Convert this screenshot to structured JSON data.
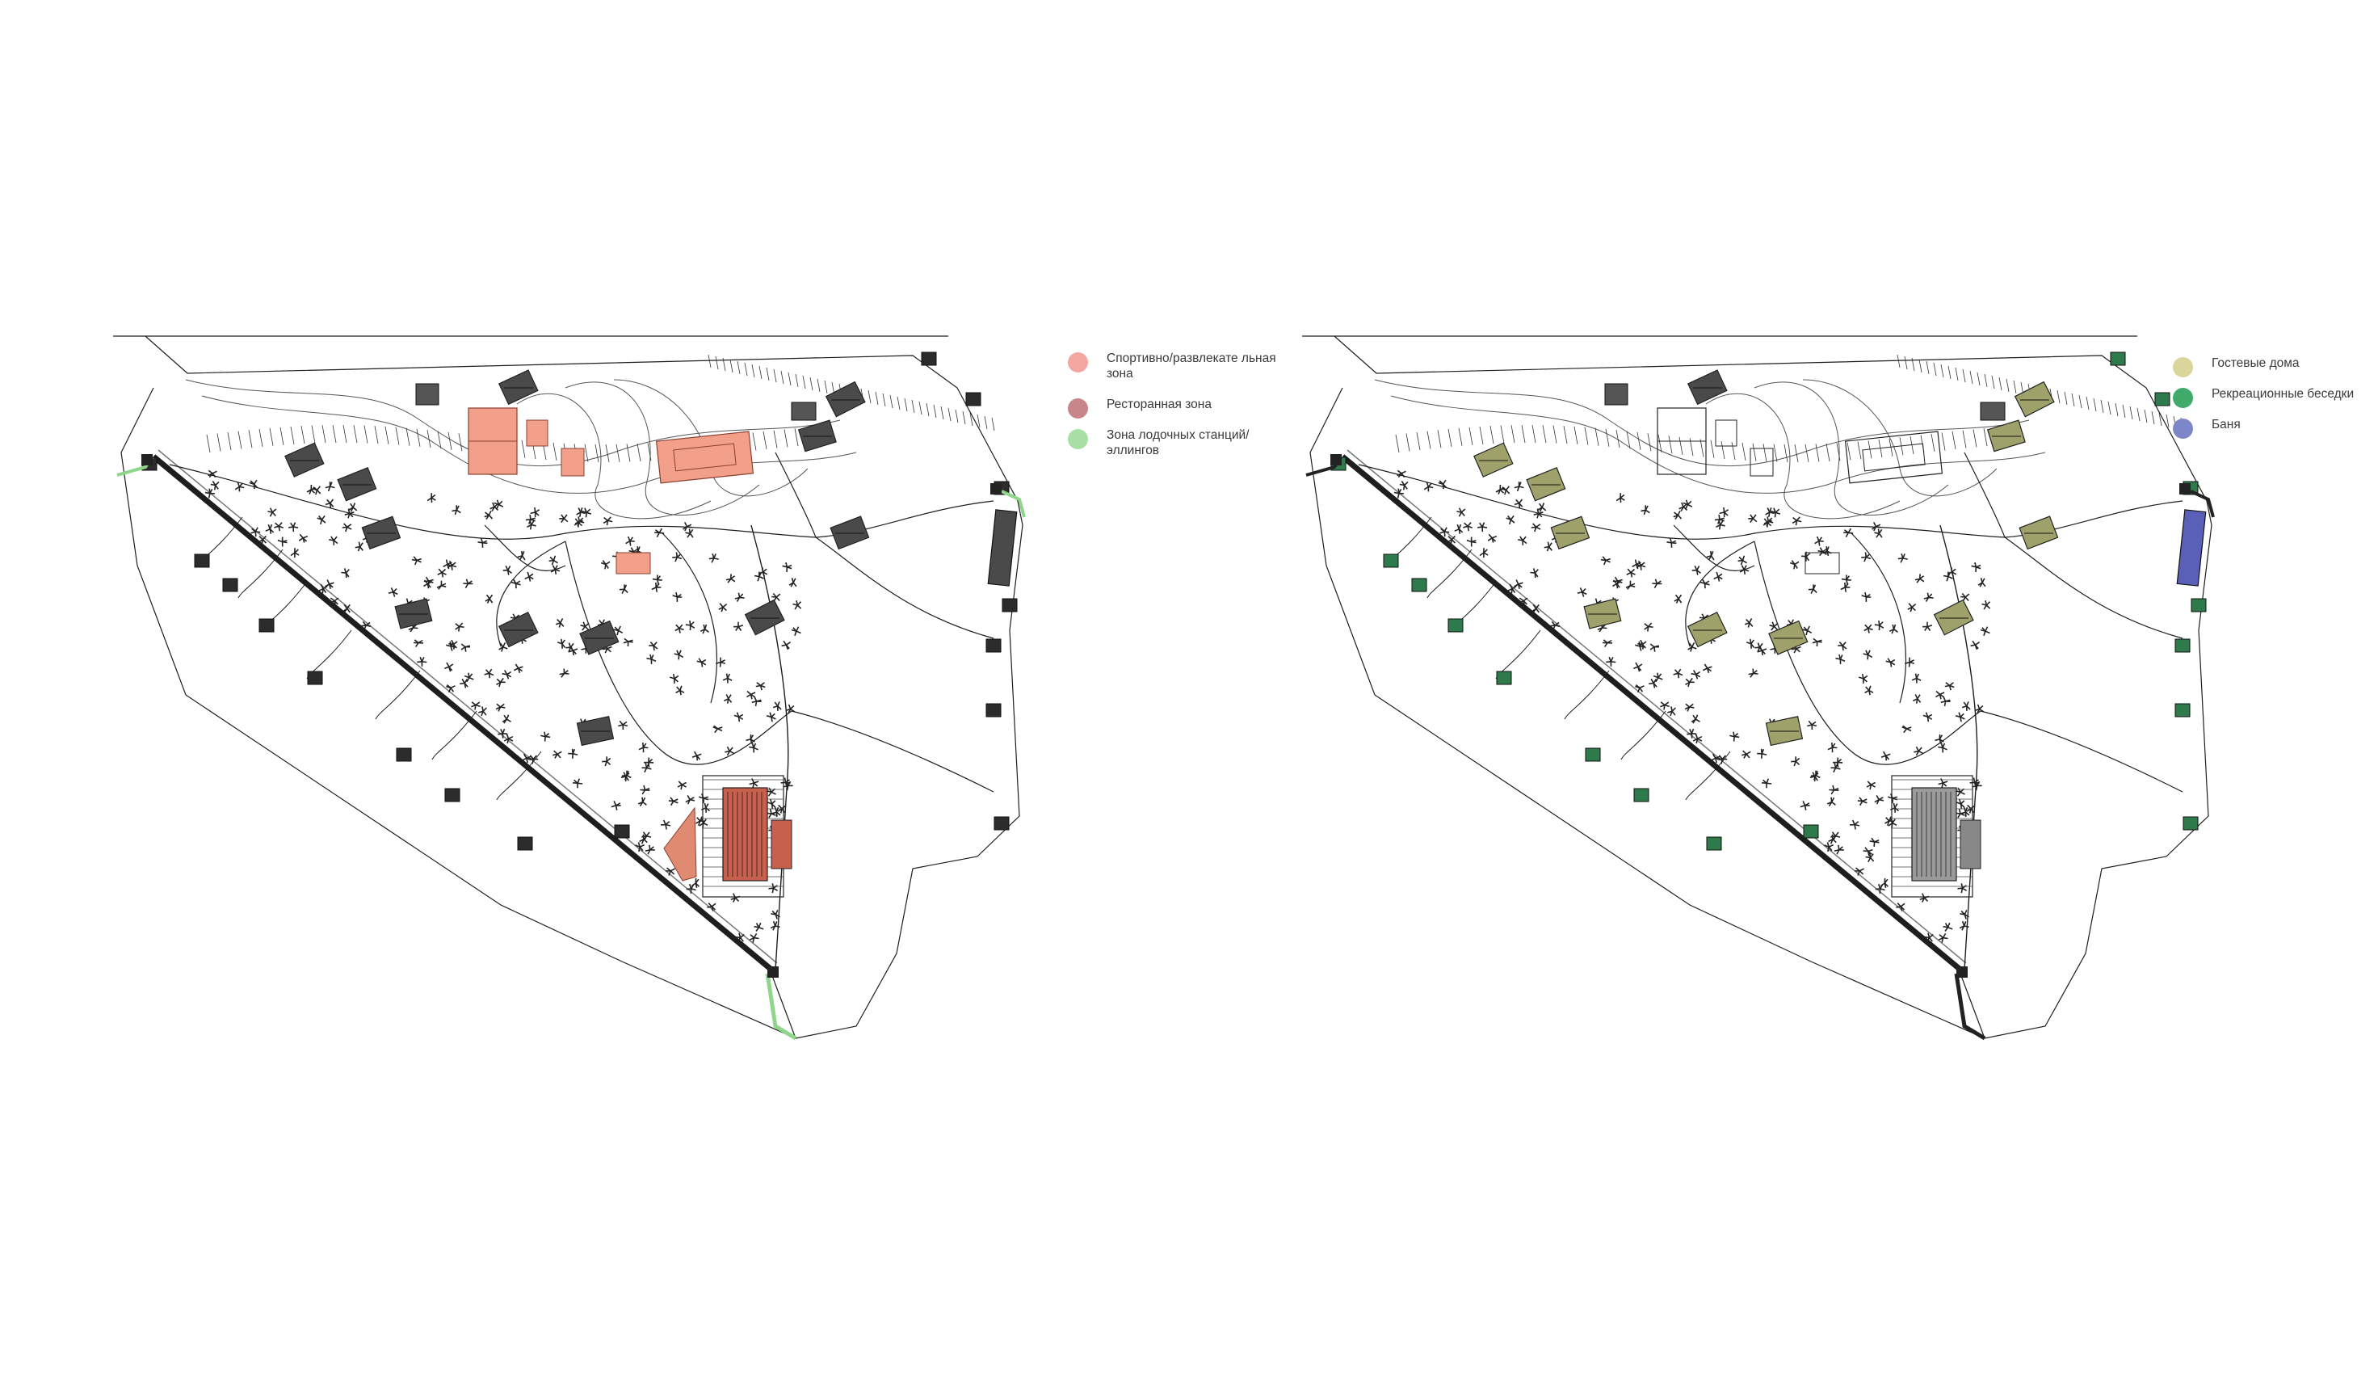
{
  "left_plan": {
    "legend": [
      {
        "label": "Спортивно/развлекате льная зона",
        "color": "#f4a6a0"
      },
      {
        "label": "Ресторанная зона",
        "color": "#c9868a"
      },
      {
        "label": "Зона лодочных станций/эллингов",
        "color": "#a8dfa4"
      }
    ]
  },
  "right_plan": {
    "legend": [
      {
        "label": "Гостевые дома",
        "color": "#d9d59b"
      },
      {
        "label": "Рекреационные беседки",
        "color": "#3faa6a"
      },
      {
        "label": "Баня",
        "color": "#7d86c8"
      }
    ]
  },
  "colors": {
    "sport_fill": "#f2a08a",
    "restaurant_fill": "#c8604e",
    "boat_fill": "#8fd58a",
    "guest_house_fill": "#9ea26a",
    "gazebo_fill": "#2f7a4a",
    "bath_fill": "#5a5fb8",
    "line": "#1e1e1e",
    "building_dark": "#4a4a4a"
  }
}
